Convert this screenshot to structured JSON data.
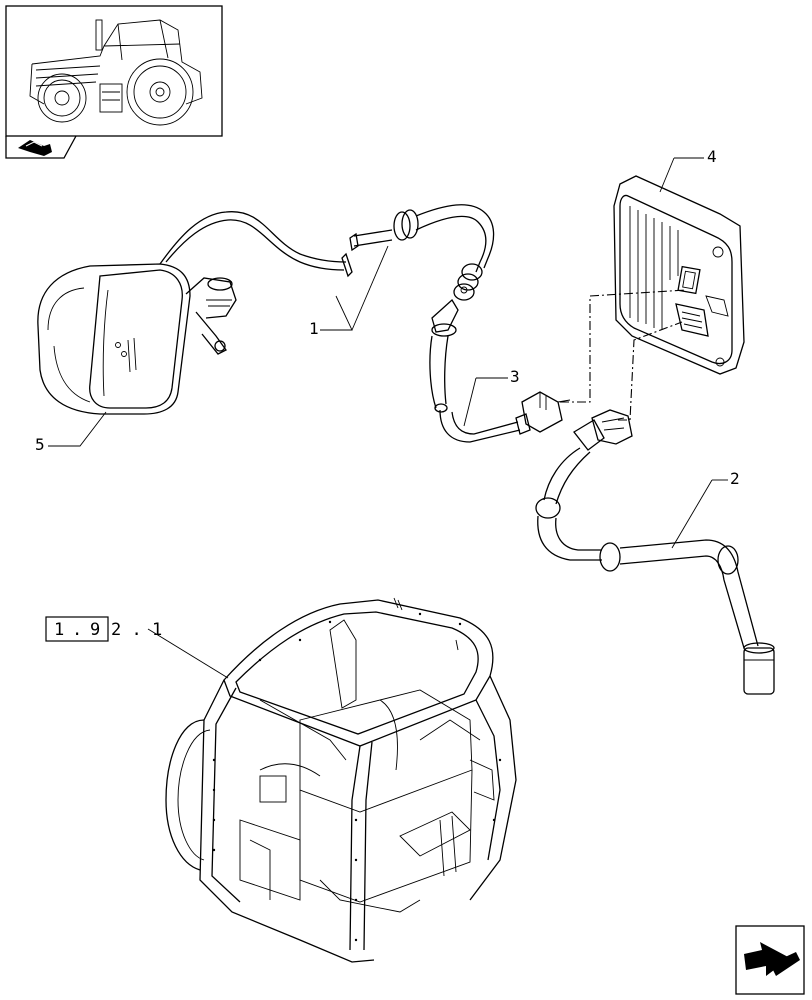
{
  "diagram": {
    "callouts": [
      {
        "id": "label-1",
        "text": "1"
      },
      {
        "id": "label-2",
        "text": "2"
      },
      {
        "id": "label-3",
        "text": "3"
      },
      {
        "id": "label-4",
        "text": "4"
      },
      {
        "id": "label-5",
        "text": "5"
      }
    ],
    "reference": {
      "boxed": [
        "1",
        ".",
        "9"
      ],
      "suffix": "2 . 1"
    }
  }
}
